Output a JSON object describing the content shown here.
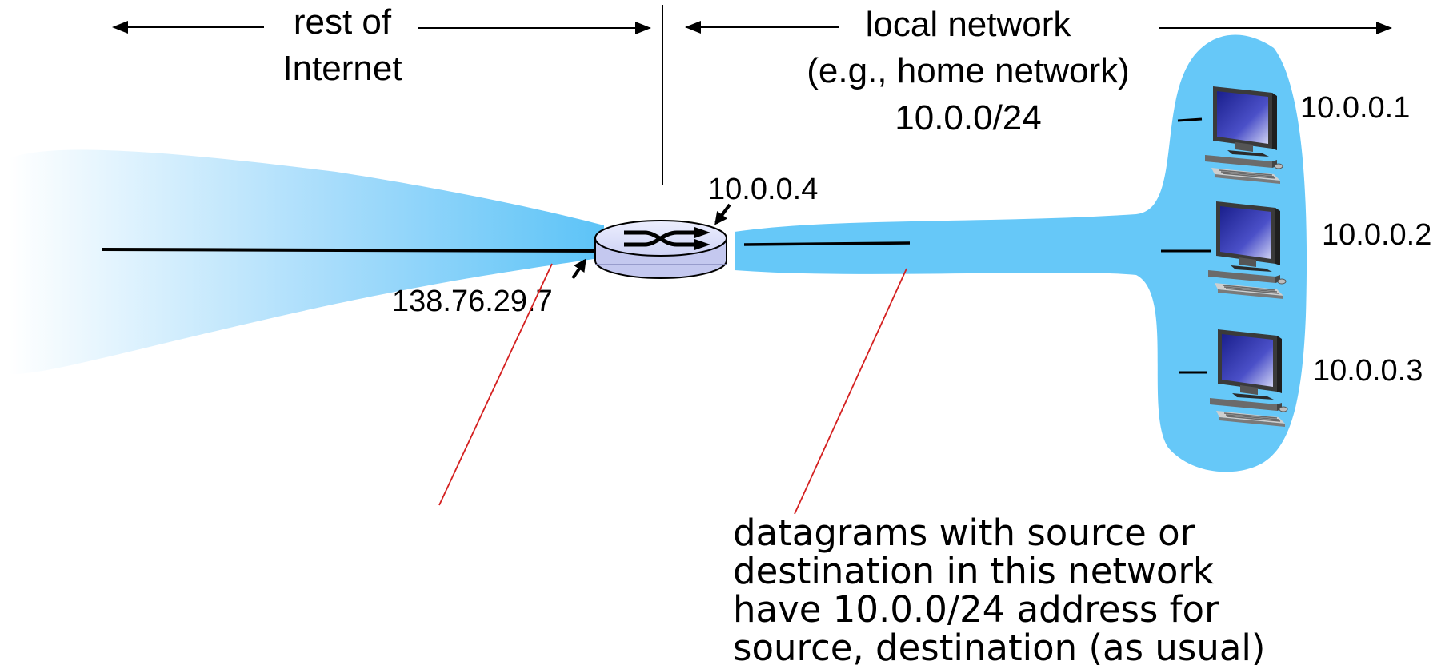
{
  "labels": {
    "rest_of_internet_line1": "rest of",
    "rest_of_internet_line2": "Internet",
    "local_network_line1": "local network",
    "local_network_line2": "(e.g., home network)",
    "local_network_line3": "10.0.0/24",
    "router_lan_ip": "10.0.0.4",
    "router_wan_ip": "138.76.29.7",
    "host1_ip": "10.0.0.1",
    "host2_ip": "10.0.0.2",
    "host3_ip": "10.0.0.3"
  },
  "note_lines": [
    "datagrams with source or",
    "destination in this network",
    "have 10.0.0/24 address for",
    "source, destination (as usual)"
  ],
  "icons": {
    "router": "router-icon",
    "host": "desktop-computer-icon"
  },
  "colors": {
    "network_fill": "#66c8f8",
    "callout_line": "#d42020",
    "router_body": "#d8dcf8",
    "screen": "#2a2fa8"
  }
}
